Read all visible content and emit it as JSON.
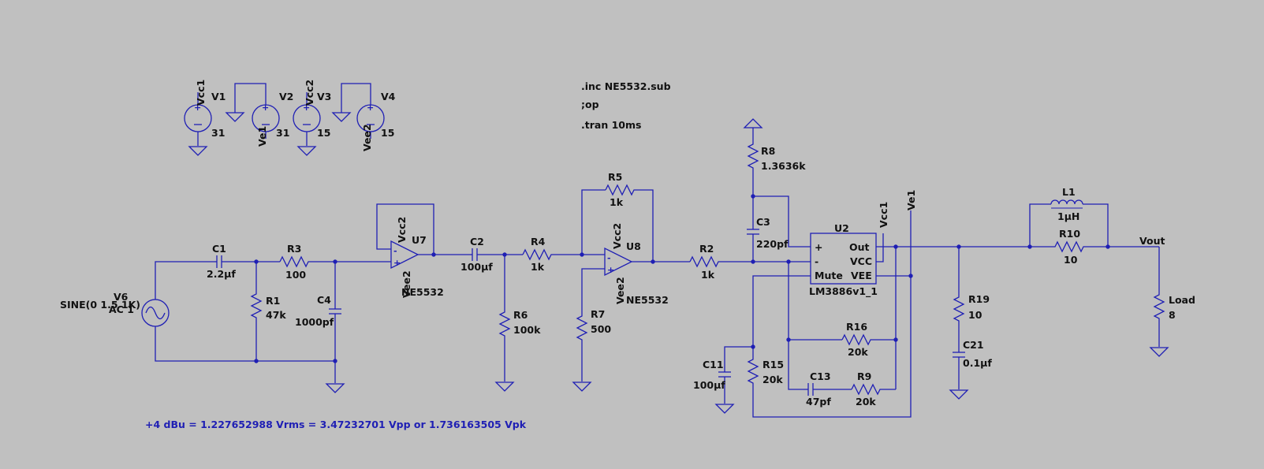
{
  "directives": {
    "inc": ".inc NE5532.sub",
    "op": ";op",
    "tran": ".tran 10ms"
  },
  "comment": "+4 dBu = 1.227652988 Vrms = 3.47232701 Vpp or 1.736163505 Vpk",
  "sources": {
    "v1": {
      "name": "V1",
      "value": "31",
      "net": "Vcc1"
    },
    "v2": {
      "name": "V2",
      "value": "31",
      "net": "Ve1"
    },
    "v3": {
      "name": "V3",
      "value": "15",
      "net": "Vcc2"
    },
    "v4": {
      "name": "V4",
      "value": "15",
      "net": "Vee2"
    },
    "v6": {
      "name": "V6",
      "line1": "AC 1",
      "line2": "SINE(0 1.5 1K)"
    }
  },
  "components": {
    "c1": {
      "name": "C1",
      "value": "2.2µf"
    },
    "r3": {
      "name": "R3",
      "value": "100"
    },
    "r1": {
      "name": "R1",
      "value": "47k"
    },
    "c4": {
      "name": "C4",
      "value": "1000pf"
    },
    "u7": {
      "name": "U7",
      "model": "NE5532",
      "vplus": "Vcc2",
      "vminus": "Vee2"
    },
    "c2": {
      "name": "C2",
      "value": "100µf"
    },
    "r4": {
      "name": "R4",
      "value": "1k"
    },
    "r6": {
      "name": "R6",
      "value": "100k"
    },
    "r5": {
      "name": "R5",
      "value": "1k"
    },
    "u8": {
      "name": "U8",
      "model": "NE5532",
      "vplus": "Vcc2",
      "vminus": "Vee2"
    },
    "r7": {
      "name": "R7",
      "value": "500"
    },
    "r2": {
      "name": "R2",
      "value": "1k"
    },
    "r8": {
      "name": "R8",
      "value": "1.3636k"
    },
    "c3": {
      "name": "C3",
      "value": "220pf"
    },
    "u2": {
      "name": "U2",
      "model": "LM3886v1_1",
      "pin_plus": "+",
      "pin_minus": "-",
      "pin_mute": "Mute",
      "pin_out": "Out",
      "pin_vcc": "VCC",
      "pin_vee": "VEE"
    },
    "net_vcc1": "Vcc1",
    "net_ve1": "Ve1",
    "r16": {
      "name": "R16",
      "value": "20k"
    },
    "c13": {
      "name": "C13",
      "value": "47pf"
    },
    "r9": {
      "name": "R9",
      "value": "20k"
    },
    "c11": {
      "name": "C11",
      "value": "100µf"
    },
    "r15": {
      "name": "R15",
      "value": "20k"
    },
    "r19": {
      "name": "R19",
      "value": "10"
    },
    "c21": {
      "name": "C21",
      "value": "0.1µf"
    },
    "l1": {
      "name": "L1",
      "value": "1µH"
    },
    "r10": {
      "name": "R10",
      "value": "10"
    },
    "vout": "Vout",
    "load": {
      "name": "Load",
      "value": "8"
    }
  },
  "colors": {
    "background": "#c0c0c0",
    "wire": "#1f1fb4",
    "text": "#111111"
  }
}
